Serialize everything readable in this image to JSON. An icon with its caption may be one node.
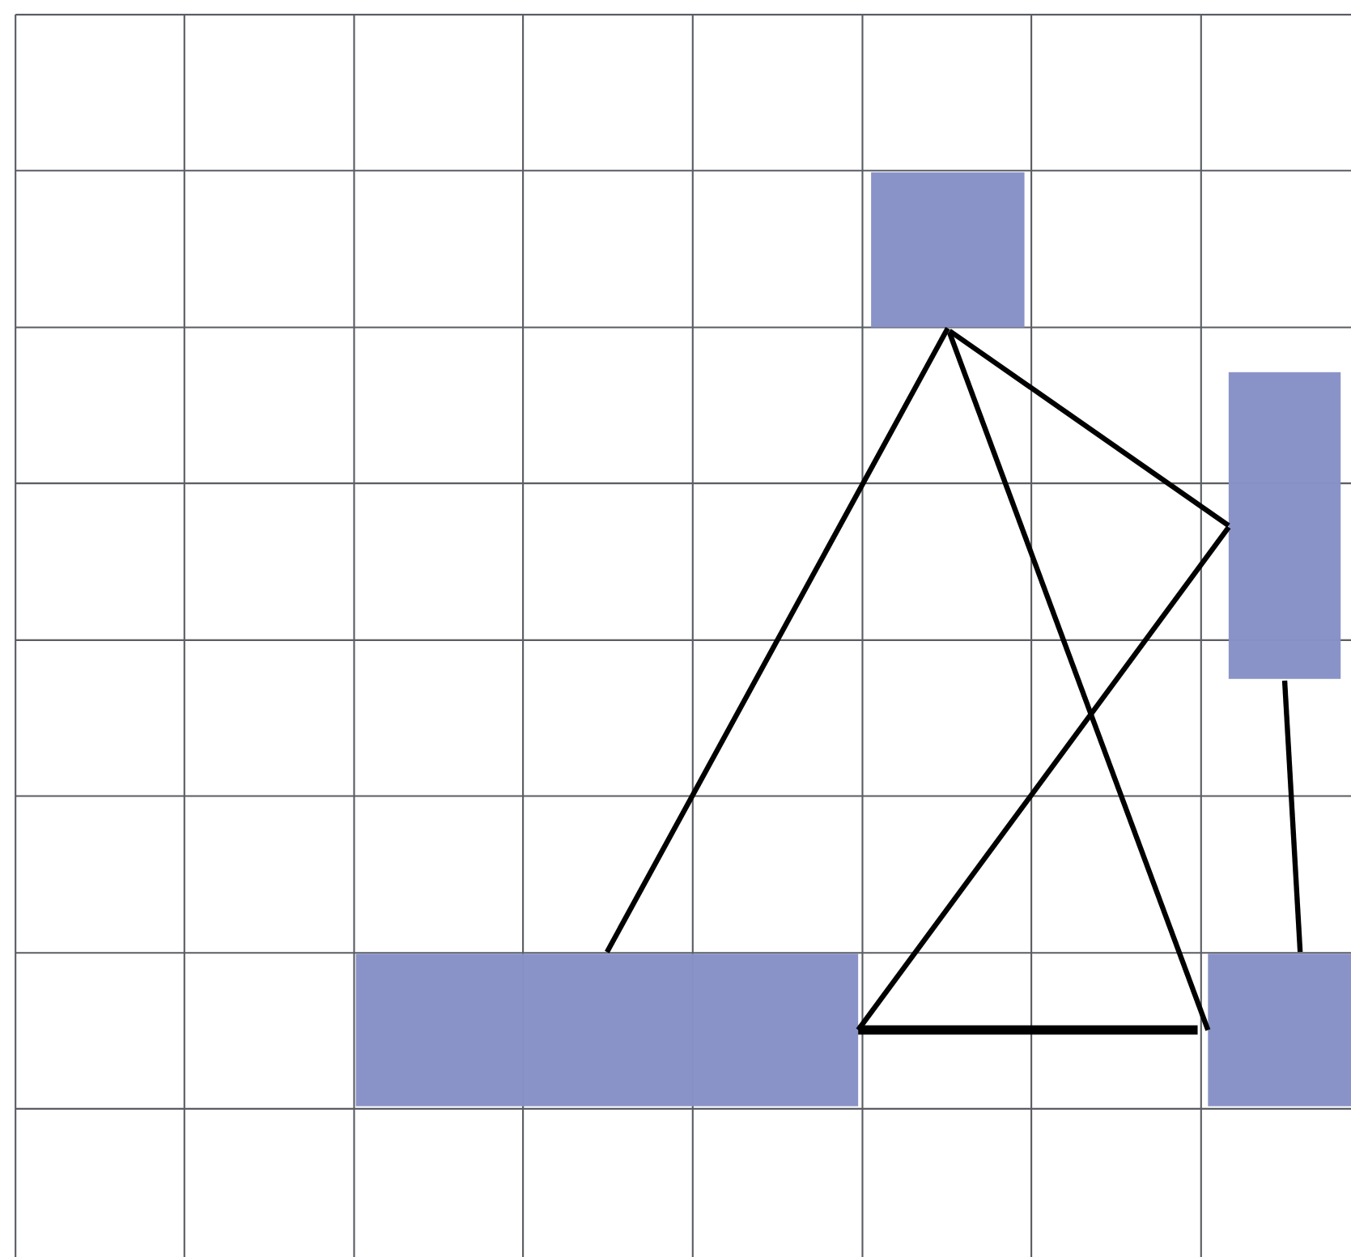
{
  "diagram": {
    "nodes": [
      {
        "text": [],
        "shape": "box"
      },
      {
        "text": [],
        "shape": "box"
      },
      {
        "text": [],
        "shape": "box"
      },
      {
        "text": [],
        "shape": "box"
      }
    ],
    "edges": [
      {
        "from": 0,
        "to": 2,
        "arrow": "none"
      },
      {
        "from": 0,
        "to": 1,
        "arrow": "none"
      },
      {
        "from": 0,
        "to": 3,
        "arrow": "none"
      },
      {
        "from": 1,
        "to": 2,
        "arrow": "none"
      },
      {
        "from": 2,
        "to": 3,
        "arrow": "none",
        "style": "thick"
      },
      {
        "from": 1,
        "to": 3,
        "arrow": "none"
      }
    ]
  }
}
